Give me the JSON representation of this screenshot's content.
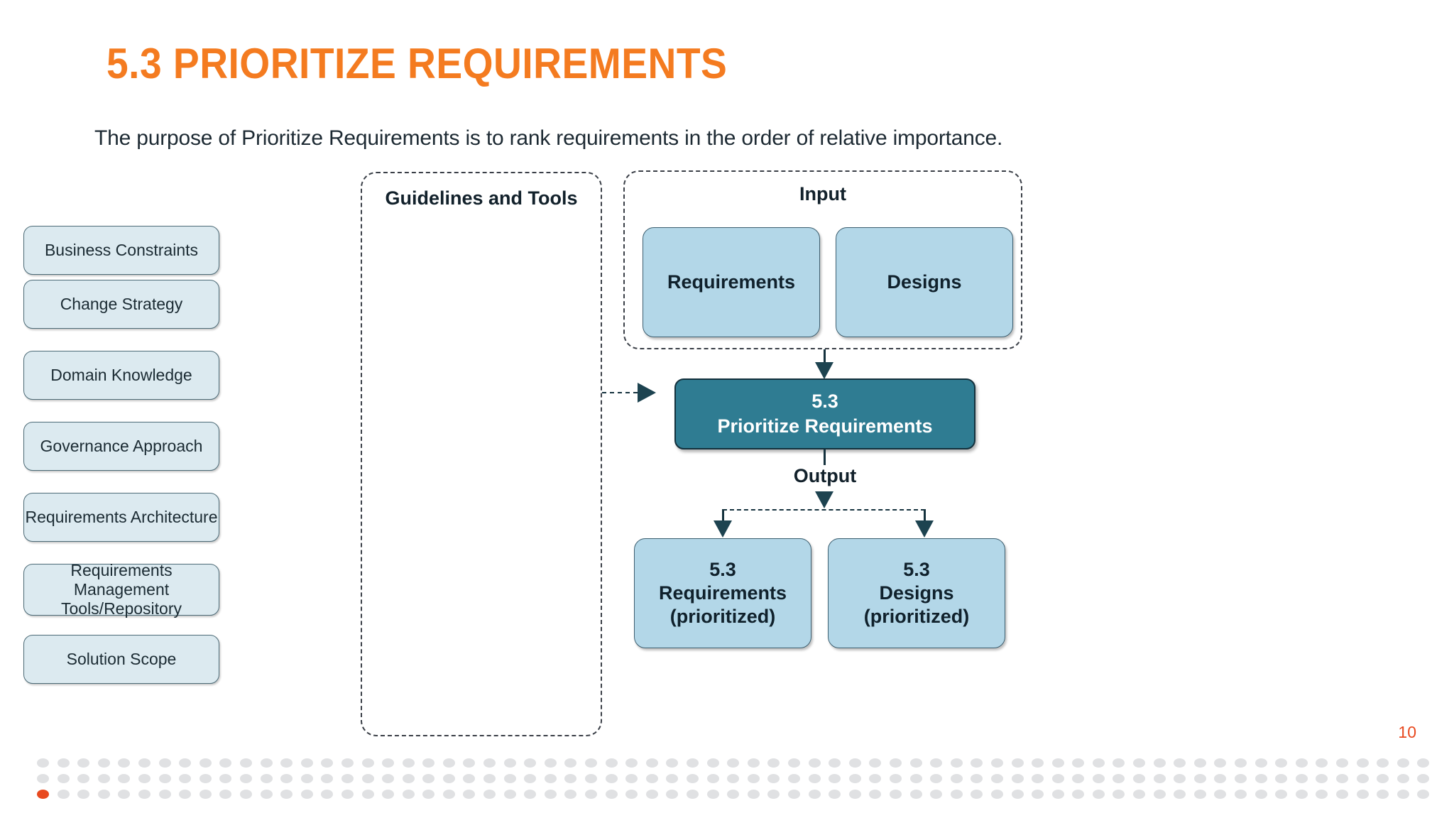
{
  "slide": {
    "title": "5.3 PRIORITIZE REQUIREMENTS",
    "subtitle": "The purpose of Prioritize Requirements is to rank requirements in the order of relative importance.",
    "page_number": "10"
  },
  "colors": {
    "title_orange": "#F47B20",
    "accent_orange": "#E8491F",
    "task_teal": "#2f7c92",
    "io_blue": "#b3d7e8",
    "guide_blue": "#dceaf0",
    "connector_dark": "#15323e",
    "dot_gray": "#e0e1e3"
  },
  "diagram": {
    "guidelines": {
      "title": "Guidelines and Tools",
      "items": [
        {
          "label": "Business Constraints"
        },
        {
          "label": "Change Strategy"
        },
        {
          "label": "Domain Knowledge"
        },
        {
          "label": "Governance Approach"
        },
        {
          "label": "Requirements Architecture"
        },
        {
          "label": "Requirements Management\nTools/Repository"
        },
        {
          "label": "Solution Scope"
        }
      ]
    },
    "input": {
      "title": "Input",
      "items": [
        {
          "label": "Requirements"
        },
        {
          "label": "Designs"
        }
      ]
    },
    "task": {
      "number": "5.3",
      "name": "Prioritize Requirements"
    },
    "output": {
      "title": "Output",
      "items": [
        {
          "number": "5.3",
          "name": "Requirements",
          "qualifier": "(prioritized)"
        },
        {
          "number": "5.3",
          "name": "Designs",
          "qualifier": "(prioritized)"
        }
      ]
    }
  },
  "footer": {
    "dot_rows": 3,
    "dots_per_row": 69,
    "accent_dot": {
      "row": 2,
      "index": 0
    }
  }
}
